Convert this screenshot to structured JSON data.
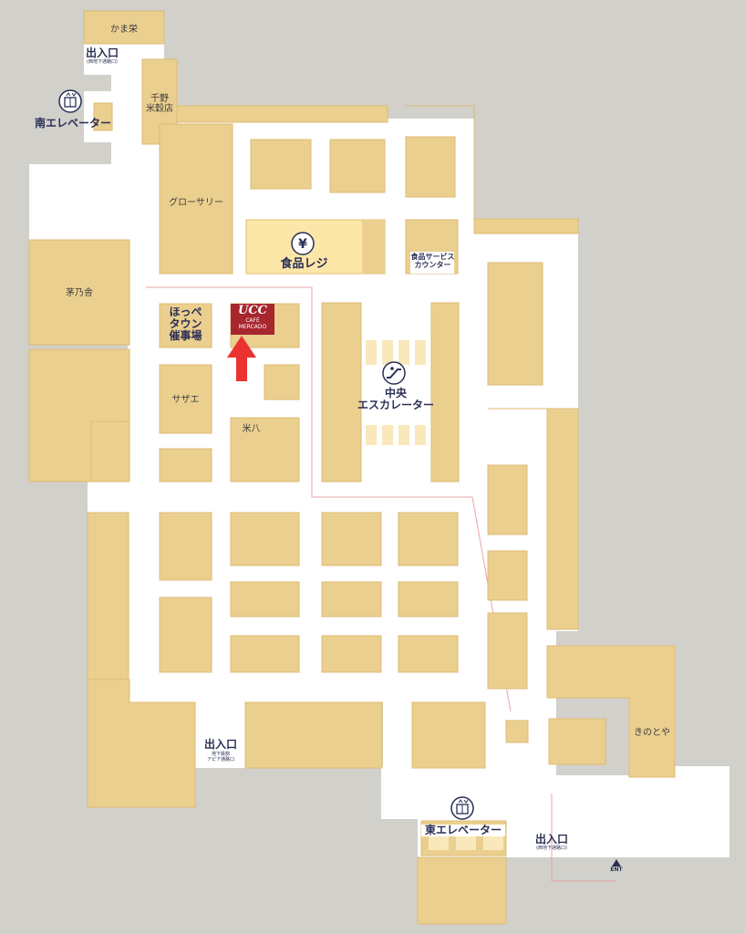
{
  "colors": {
    "background": "#d1d0cb",
    "walkway": "#ffffff",
    "shop": "#ebcf8e",
    "shop_edge": "#dcbb75",
    "register": "#fde7a8",
    "label": "#2a2f55",
    "ucc_brand": "#a8262e",
    "pointer_arrow": "#ea3331"
  },
  "shops": {
    "kamaei": "かま栄",
    "chino": "千野\n米穀店",
    "grocery": "グローサリー",
    "kayanoya": "茅乃舎",
    "sazae": "サザエ",
    "yonehachi": "米八",
    "kinotoya": "きのとや",
    "hoppe": "ほっぺ\nタウン\n催事場",
    "ucc": {
      "brand": "UCC",
      "line1": "CAFÉ",
      "line2": "MERCADO"
    }
  },
  "facilities": {
    "food_register": {
      "label": "食品レジ",
      "icon": "yen-icon"
    },
    "service_counter": "食品サービス\nカウンター",
    "central_escalator": {
      "label": "中央\nエスカレーター",
      "icon": "escalator-icon"
    },
    "south_elevator": {
      "label": "南エレベーター",
      "icon": "elevator-icon"
    },
    "east_elevator": {
      "label": "東エレベーター",
      "icon": "elevator-icon"
    }
  },
  "entrances": {
    "top_left": {
      "label": "出入口",
      "sub": "(西地下通路口)"
    },
    "bottom_center": {
      "label": "出入口",
      "sub": "地下鉄側\nアピア通路口"
    },
    "bottom_right": {
      "label": "出入口",
      "sub": "(西地下通路口)",
      "marker": "ENT"
    }
  }
}
